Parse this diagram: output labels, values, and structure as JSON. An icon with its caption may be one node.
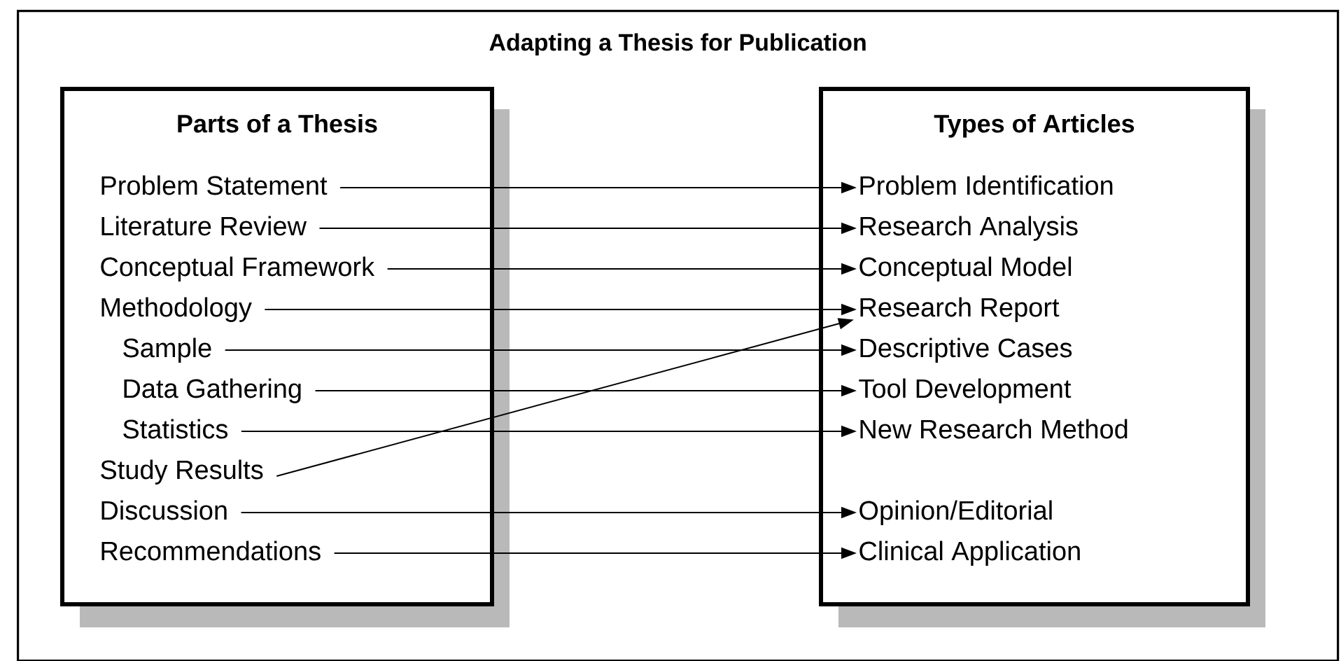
{
  "diagram": {
    "nodes": [
      {
        "text": [
          "Adapting a Thesis for Publication"
        ]
      },
      {
        "text": [
          "Parts of a Thesis"
        ],
        "in": 0
      },
      {
        "text": [
          "Problem Statement"
        ],
        "in": 1
      },
      {
        "text": [
          "Literature Review"
        ],
        "in": 1
      },
      {
        "text": [
          "Conceptual Framework"
        ],
        "in": 1
      },
      {
        "text": [
          "Methodology"
        ],
        "in": 1
      },
      {
        "text": [
          "Sample"
        ],
        "in": 1
      },
      {
        "text": [
          "Data Gathering"
        ],
        "in": 1
      },
      {
        "text": [
          "Statistics"
        ],
        "in": 1
      },
      {
        "text": [
          "Study Results"
        ],
        "in": 1
      },
      {
        "text": [
          "Discussion"
        ],
        "in": 1
      },
      {
        "text": [
          "Recommendations"
        ],
        "in": 1
      },
      {
        "text": [
          "Types of Articles"
        ],
        "in": 0
      },
      {
        "text": [
          "Problem Identification"
        ],
        "in": 12
      },
      {
        "text": [
          "Research Analysis"
        ],
        "in": 12
      },
      {
        "text": [
          "Conceptual Model"
        ],
        "in": 12
      },
      {
        "text": [
          "Research Report"
        ],
        "in": 12
      },
      {
        "text": [
          "Descriptive Cases"
        ],
        "in": 12
      },
      {
        "text": [
          "Tool Development"
        ],
        "in": 12
      },
      {
        "text": [
          "New Research Method"
        ],
        "in": 12
      },
      {
        "text": [
          "Opinion/Editorial"
        ],
        "in": 12
      },
      {
        "text": [
          "Clinical Application"
        ],
        "in": 12
      }
    ],
    "edges": [
      {
        "from": 2,
        "to": 13,
        "arrow": "to"
      },
      {
        "from": 3,
        "to": 14,
        "arrow": "to"
      },
      {
        "from": 4,
        "to": 15,
        "arrow": "to"
      },
      {
        "from": 5,
        "to": 16,
        "arrow": "to"
      },
      {
        "from": 6,
        "to": 17,
        "arrow": "to"
      },
      {
        "from": 7,
        "to": 18,
        "arrow": "to"
      },
      {
        "from": 8,
        "to": 19,
        "arrow": "to"
      },
      {
        "from": 9,
        "to": 16,
        "arrow": "to"
      },
      {
        "from": 10,
        "to": 20,
        "arrow": "to"
      },
      {
        "from": 11,
        "to": 21,
        "arrow": "to"
      }
    ]
  }
}
